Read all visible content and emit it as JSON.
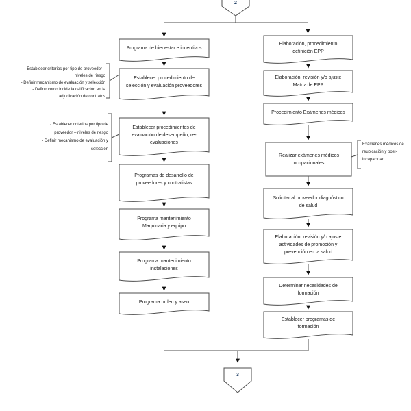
{
  "diagram": {
    "type": "flowchart",
    "colors": {
      "line": "#4d4d4d",
      "arrow": "#111111",
      "text": "#1a1a1a",
      "background": "#ffffff"
    },
    "top_connector": {
      "label": "2"
    },
    "bottom_connector": {
      "label": "3"
    },
    "nodes_left": [
      {
        "id": "l1",
        "shape": "document",
        "label": "Programa de bienestar e incentivos"
      },
      {
        "id": "l2",
        "shape": "document",
        "label": "Establecer procedimiento de\nselección y evaluación proveedores"
      },
      {
        "id": "l3",
        "shape": "document",
        "label": "Establecer procedimientos de\nevaluación de desempeño; re-\nevaluaciones"
      },
      {
        "id": "l4",
        "shape": "document",
        "label": "Programas de desarrollo de\nproveedores y contratistas"
      },
      {
        "id": "l5",
        "shape": "document",
        "label": "Programa mantenimiento\nMaquinaria y equipo"
      },
      {
        "id": "l6",
        "shape": "document",
        "label": "Programa mantenimiento\ninstalaciones"
      },
      {
        "id": "l7",
        "shape": "document",
        "label": "Programa orden y aseo"
      }
    ],
    "nodes_right": [
      {
        "id": "r1",
        "shape": "document",
        "label": "Elaboración, procedimiento\ndefinición EPP"
      },
      {
        "id": "r2",
        "shape": "document",
        "label": "Elaboración, revisión y/o ajuste\nMatriz de EPP"
      },
      {
        "id": "r3",
        "shape": "document",
        "label": "Procedimiento Exámenes médicos"
      },
      {
        "id": "r4",
        "shape": "process",
        "label": "Realizar exámenes médicos\nocupacionales"
      },
      {
        "id": "r5",
        "shape": "document",
        "label": "Solicitar al proveedor diagnóstico\nde salud"
      },
      {
        "id": "r6",
        "shape": "document",
        "label": "Elaboración, revisión y/o ajuste\nactividades de promoción y\nprevención en la salud"
      },
      {
        "id": "r7",
        "shape": "document",
        "label": "Determinar necesidades de\nformación"
      },
      {
        "id": "r8",
        "shape": "document",
        "label": "Establecer programas de\nformación"
      }
    ],
    "annotations": [
      {
        "id": "a1",
        "attached_to": "l2",
        "label": "- Establecer criterios por tipo de proveedor –\nniveles de riesgo\n- Definir mecanismo de evaluación y selección\n- Definir como incide la calificación en la\nadjudicación de contratos"
      },
      {
        "id": "a2",
        "attached_to": "l3",
        "label": "- Establecer criterios por tipo de\nproveedor – niveles de riesgo\n- Definir mecanismo de evaluación y\nselección"
      },
      {
        "id": "a3",
        "attached_to": "r4",
        "label": "Exámenes médicos de\nreubicación y post-\nincapacidad"
      }
    ]
  }
}
